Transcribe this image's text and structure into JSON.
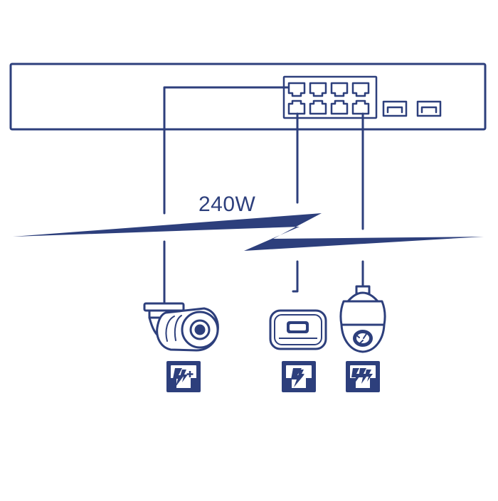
{
  "diagram": {
    "power_budget": "240W",
    "color": "#2d3f7c",
    "switch": {
      "name": "poe-switch",
      "rj45_port_rows": 2,
      "rj45_ports_per_row": 4,
      "sfp_ports": 2
    },
    "devices": [
      {
        "name": "bullet-camera",
        "icon": "bullet-camera-icon",
        "poe_badge": "poe-plus-icon"
      },
      {
        "name": "access-point",
        "icon": "access-point-icon",
        "poe_badge": "poe-icon"
      },
      {
        "name": "ptz-dome-camera",
        "icon": "ptz-dome-camera-icon",
        "poe_badge": "poe-plus-plus-icon"
      }
    ]
  }
}
